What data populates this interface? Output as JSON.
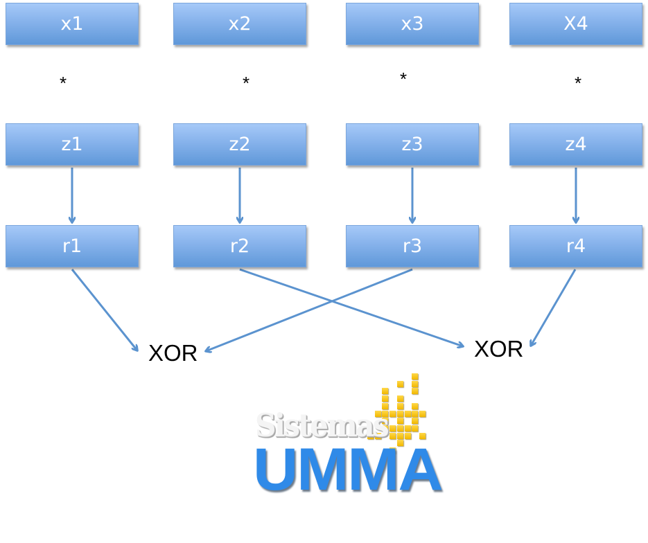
{
  "diagram": {
    "row_x": [
      "x1",
      "x2",
      "x3",
      "X4"
    ],
    "operators": [
      "*",
      "*",
      "*",
      "*"
    ],
    "row_z": [
      "z1",
      "z2",
      "z3",
      "z4"
    ],
    "row_r": [
      "r1",
      "r2",
      "r3",
      "r4"
    ],
    "xor_nodes": [
      "XOR",
      "XOR"
    ],
    "connections": [
      {
        "from": "z1",
        "to": "r1"
      },
      {
        "from": "z2",
        "to": "r2"
      },
      {
        "from": "z3",
        "to": "r3"
      },
      {
        "from": "z4",
        "to": "r4"
      },
      {
        "from": "r1",
        "to": "XOR-left"
      },
      {
        "from": "r3",
        "to": "XOR-left"
      },
      {
        "from": "r2",
        "to": "XOR-right"
      },
      {
        "from": "r4",
        "to": "XOR-right"
      }
    ]
  },
  "logo": {
    "line1": "Sistemas",
    "line2": "UMMA"
  },
  "colors": {
    "box_top": "#a6c9f8",
    "box_bottom": "#5f98d9",
    "arrow": "#5b93cf",
    "logo_blue": "#2f8ae8",
    "logo_yellow": "#f7c51a"
  }
}
